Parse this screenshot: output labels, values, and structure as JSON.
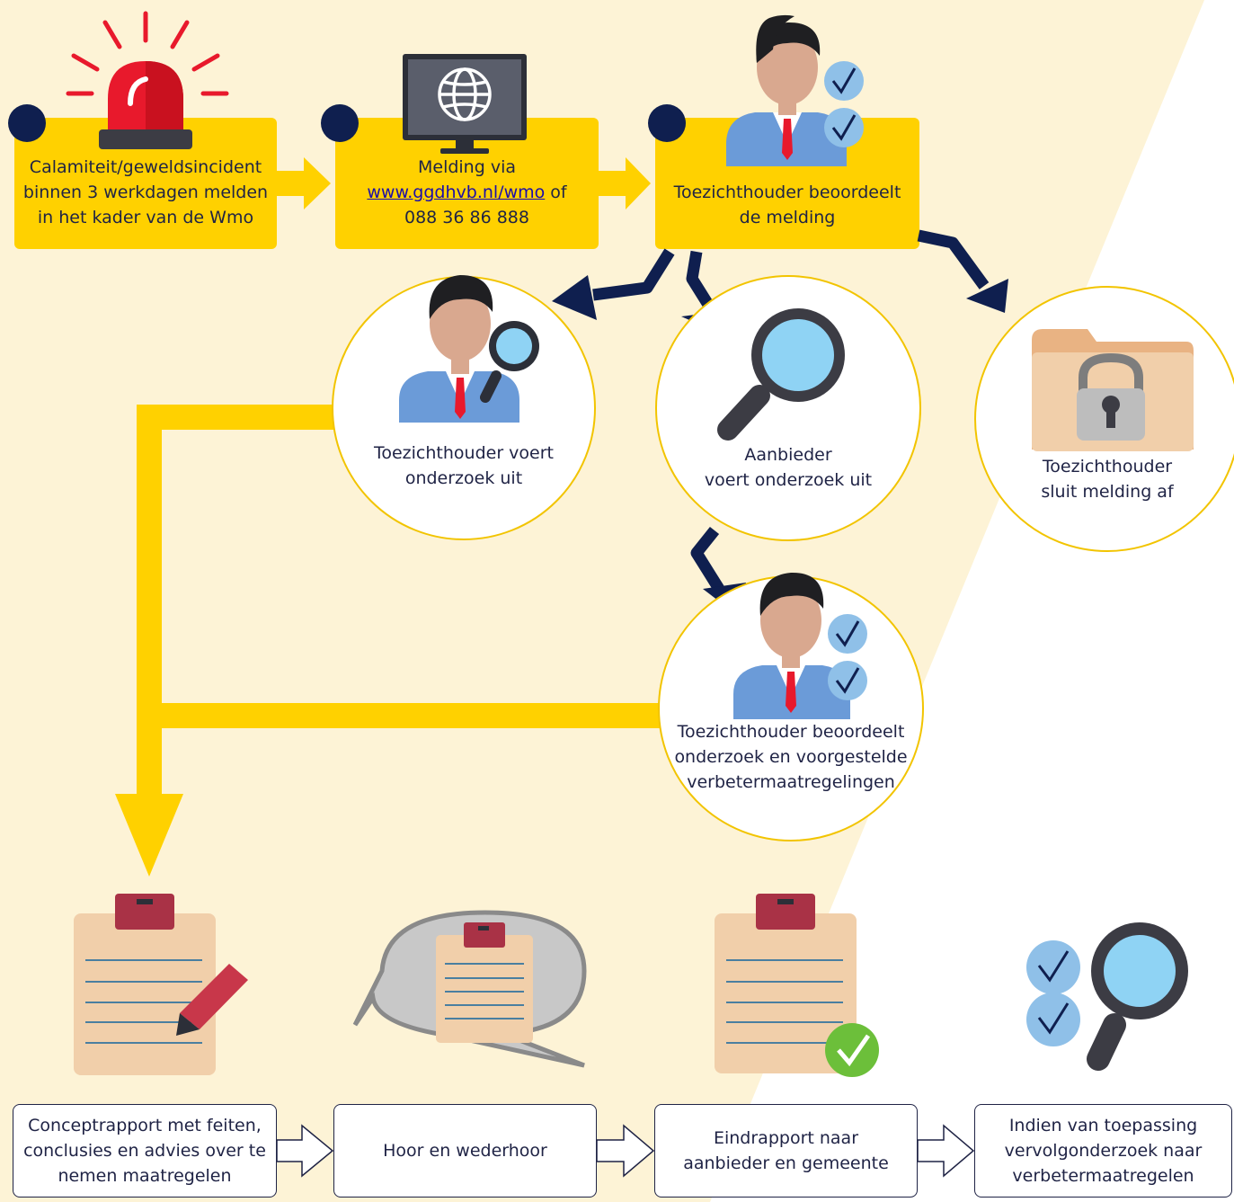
{
  "colors": {
    "background_tint": "#fdf3d6",
    "yellow": "#ffd100",
    "navy": "#0f1f4f",
    "circle_border": "#f2c400",
    "link": "#1a0dab"
  },
  "icons": [
    "siren-icon",
    "monitor-globe-icon",
    "inspector-checkmarks-icon",
    "inspector-magnifier-icon",
    "magnifier-icon",
    "locked-folder-icon",
    "clipboard-pencil-icon",
    "speech-bubble-clipboard-icon",
    "clipboard-checkmark-icon",
    "checkmarks-magnifier-icon"
  ],
  "top_row": [
    {
      "lines": [
        "Calamiteit/geweldsincident",
        "binnen 3 werkdagen melden",
        "in het kader van de Wmo"
      ]
    },
    {
      "line1": "Melding via",
      "link": "www.ggdhvb.nl/wmo",
      "link_suffix": " of",
      "line3": "088 36 86 888"
    },
    {
      "lines": [
        "Toezichthouder beoordeelt",
        "de melding"
      ]
    }
  ],
  "circles": [
    {
      "lines": [
        "Toezichthouder voert",
        "onderzoek uit"
      ]
    },
    {
      "lines": [
        "Aanbieder",
        "voert onderzoek uit"
      ]
    },
    {
      "lines": [
        "Toezichthouder",
        "sluit melding af"
      ]
    },
    {
      "lines": [
        "Toezichthouder beoordeelt",
        "onderzoek en voorgestelde",
        "verbetermaatregelingen"
      ]
    }
  ],
  "bottom_row": [
    {
      "lines": [
        "Conceptrapport met feiten,",
        "conclusies en advies over te",
        "nemen maatregelen"
      ]
    },
    {
      "lines": [
        "Hoor en wederhoor"
      ]
    },
    {
      "lines": [
        "Eindrapport naar",
        "aanbieder en gemeente"
      ]
    },
    {
      "lines": [
        "Indien van toepassing",
        "vervolgonderzoek naar",
        "verbetermaatregelen"
      ]
    }
  ]
}
